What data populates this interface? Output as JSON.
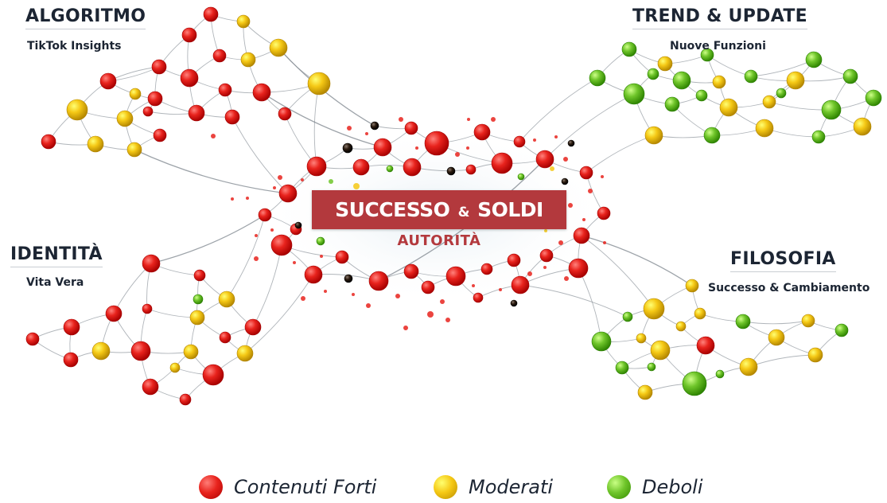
{
  "colors": {
    "strong": "#e8231d",
    "moderate": "#f5c815",
    "weak": "#6fc52a",
    "dark": "#2a1a0e",
    "accent": "#b3393d",
    "edge": "#7c848c"
  },
  "clusters": {
    "algoritmo": {
      "title": "ALGORITMO",
      "subtitle": "TikTok Insights"
    },
    "trend": {
      "title": "TREND & UPDATE",
      "subtitle": "Nuove Funzioni"
    },
    "identita": {
      "title": "IDENTITÀ",
      "subtitle": "Vita Vera"
    },
    "filosofia": {
      "title": "FILOSOFIA",
      "subtitle": "Successo & Cambiamento"
    }
  },
  "center": {
    "title_left": "SUCCESSO",
    "title_amp": "&",
    "title_right": "SOLDI",
    "subtitle": "AUTORITÀ"
  },
  "legend": [
    {
      "label": "Contenuti Forti",
      "color": "strong"
    },
    {
      "label": "Moderati",
      "color": "moderate"
    },
    {
      "label": "Deboli",
      "color": "weak"
    }
  ]
}
